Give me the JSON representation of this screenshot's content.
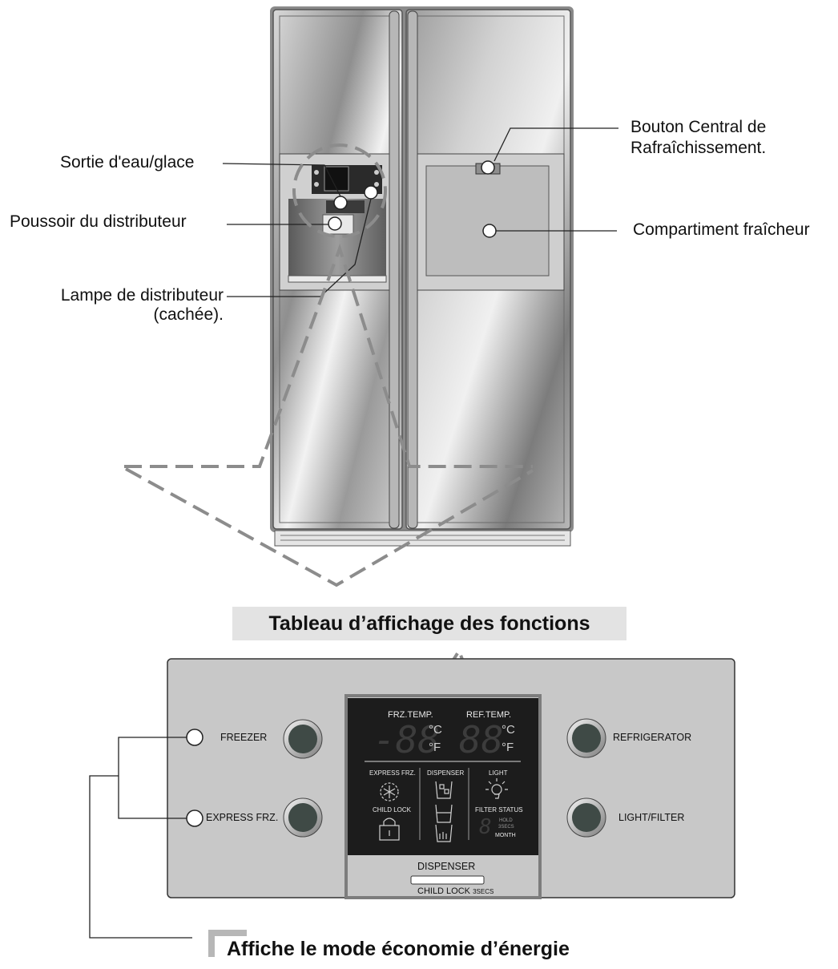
{
  "callouts": {
    "water_ice_outlet": "Sortie d'eau/glace",
    "dispenser_pad": "Poussoir du distributeur",
    "dispenser_lamp_line1": "Lampe de distributeur",
    "dispenser_lamp_line2": "(cachée).",
    "cool_button_line1": "Bouton Central de",
    "cool_button_line2": "Rafraîchissement.",
    "fresh_compartment": "Compartiment fraîcheur"
  },
  "panel_title": "Tableau d’affichage des fonctions",
  "panel": {
    "freezer_label": "FREEZER",
    "express_frz_label": "EXPRESS FRZ.",
    "refrigerator_label": "REFRIGERATOR",
    "light_filter_label": "LIGHT/FILTER",
    "dispenser_label": "DISPENSER",
    "child_lock_label": "CHILD LOCK",
    "child_lock_suffix": "3SECS"
  },
  "display": {
    "frz_temp_label": "FRZ.TEMP.",
    "ref_temp_label": "REF.TEMP.",
    "frz_digits": "-88",
    "ref_digits": "88",
    "unit_c": "°C",
    "unit_f": "°F",
    "express_frz": "EXPRESS FRZ.",
    "dispenser": "DISPENSER",
    "light": "LIGHT",
    "child_lock": "CHILD LOCK",
    "filter_status": "FILTER STATUS",
    "filter_digit": "8",
    "hold": "HOLD",
    "secs": "3SECS",
    "month": "MONTH"
  },
  "footer_note": "Affiche le mode économie d’énergie",
  "icons": [
    "snowflake-icon",
    "ice-cube-icon",
    "water-glass-icon",
    "crushed-ice-icon",
    "light-bulb-icon",
    "padlock-icon"
  ],
  "colors": {
    "panel_bg": "#c8c8c8",
    "display_bg": "#1c1c1c",
    "knob": "#3f4a46",
    "dashed_guide": "#8c8c8c",
    "title_band": "#e3e3e3"
  }
}
